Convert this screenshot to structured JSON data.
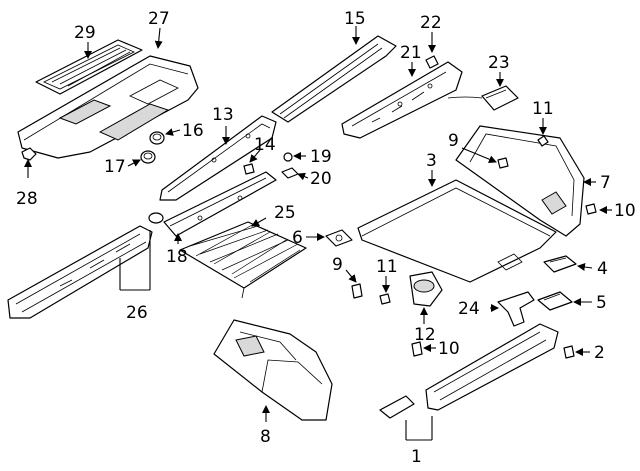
{
  "diagram": {
    "callouts": [
      {
        "id": "c1",
        "text": "1"
      },
      {
        "id": "c2",
        "text": "2"
      },
      {
        "id": "c3",
        "text": "3"
      },
      {
        "id": "c4",
        "text": "4"
      },
      {
        "id": "c5",
        "text": "5"
      },
      {
        "id": "c6",
        "text": "6"
      },
      {
        "id": "c7",
        "text": "7"
      },
      {
        "id": "c8",
        "text": "8"
      },
      {
        "id": "c9a",
        "text": "9"
      },
      {
        "id": "c9b",
        "text": "9"
      },
      {
        "id": "c10a",
        "text": "10"
      },
      {
        "id": "c10b",
        "text": "10"
      },
      {
        "id": "c11a",
        "text": "11"
      },
      {
        "id": "c11b",
        "text": "11"
      },
      {
        "id": "c12",
        "text": "12"
      },
      {
        "id": "c13",
        "text": "13"
      },
      {
        "id": "c14",
        "text": "14"
      },
      {
        "id": "c15",
        "text": "15"
      },
      {
        "id": "c16",
        "text": "16"
      },
      {
        "id": "c17",
        "text": "17"
      },
      {
        "id": "c18",
        "text": "18"
      },
      {
        "id": "c19",
        "text": "19"
      },
      {
        "id": "c20",
        "text": "20"
      },
      {
        "id": "c21",
        "text": "21"
      },
      {
        "id": "c22",
        "text": "22"
      },
      {
        "id": "c23",
        "text": "23"
      },
      {
        "id": "c24",
        "text": "24"
      },
      {
        "id": "c25",
        "text": "25"
      },
      {
        "id": "c26",
        "text": "26"
      },
      {
        "id": "c27",
        "text": "27"
      },
      {
        "id": "c28",
        "text": "28"
      },
      {
        "id": "c29",
        "text": "29"
      }
    ]
  }
}
